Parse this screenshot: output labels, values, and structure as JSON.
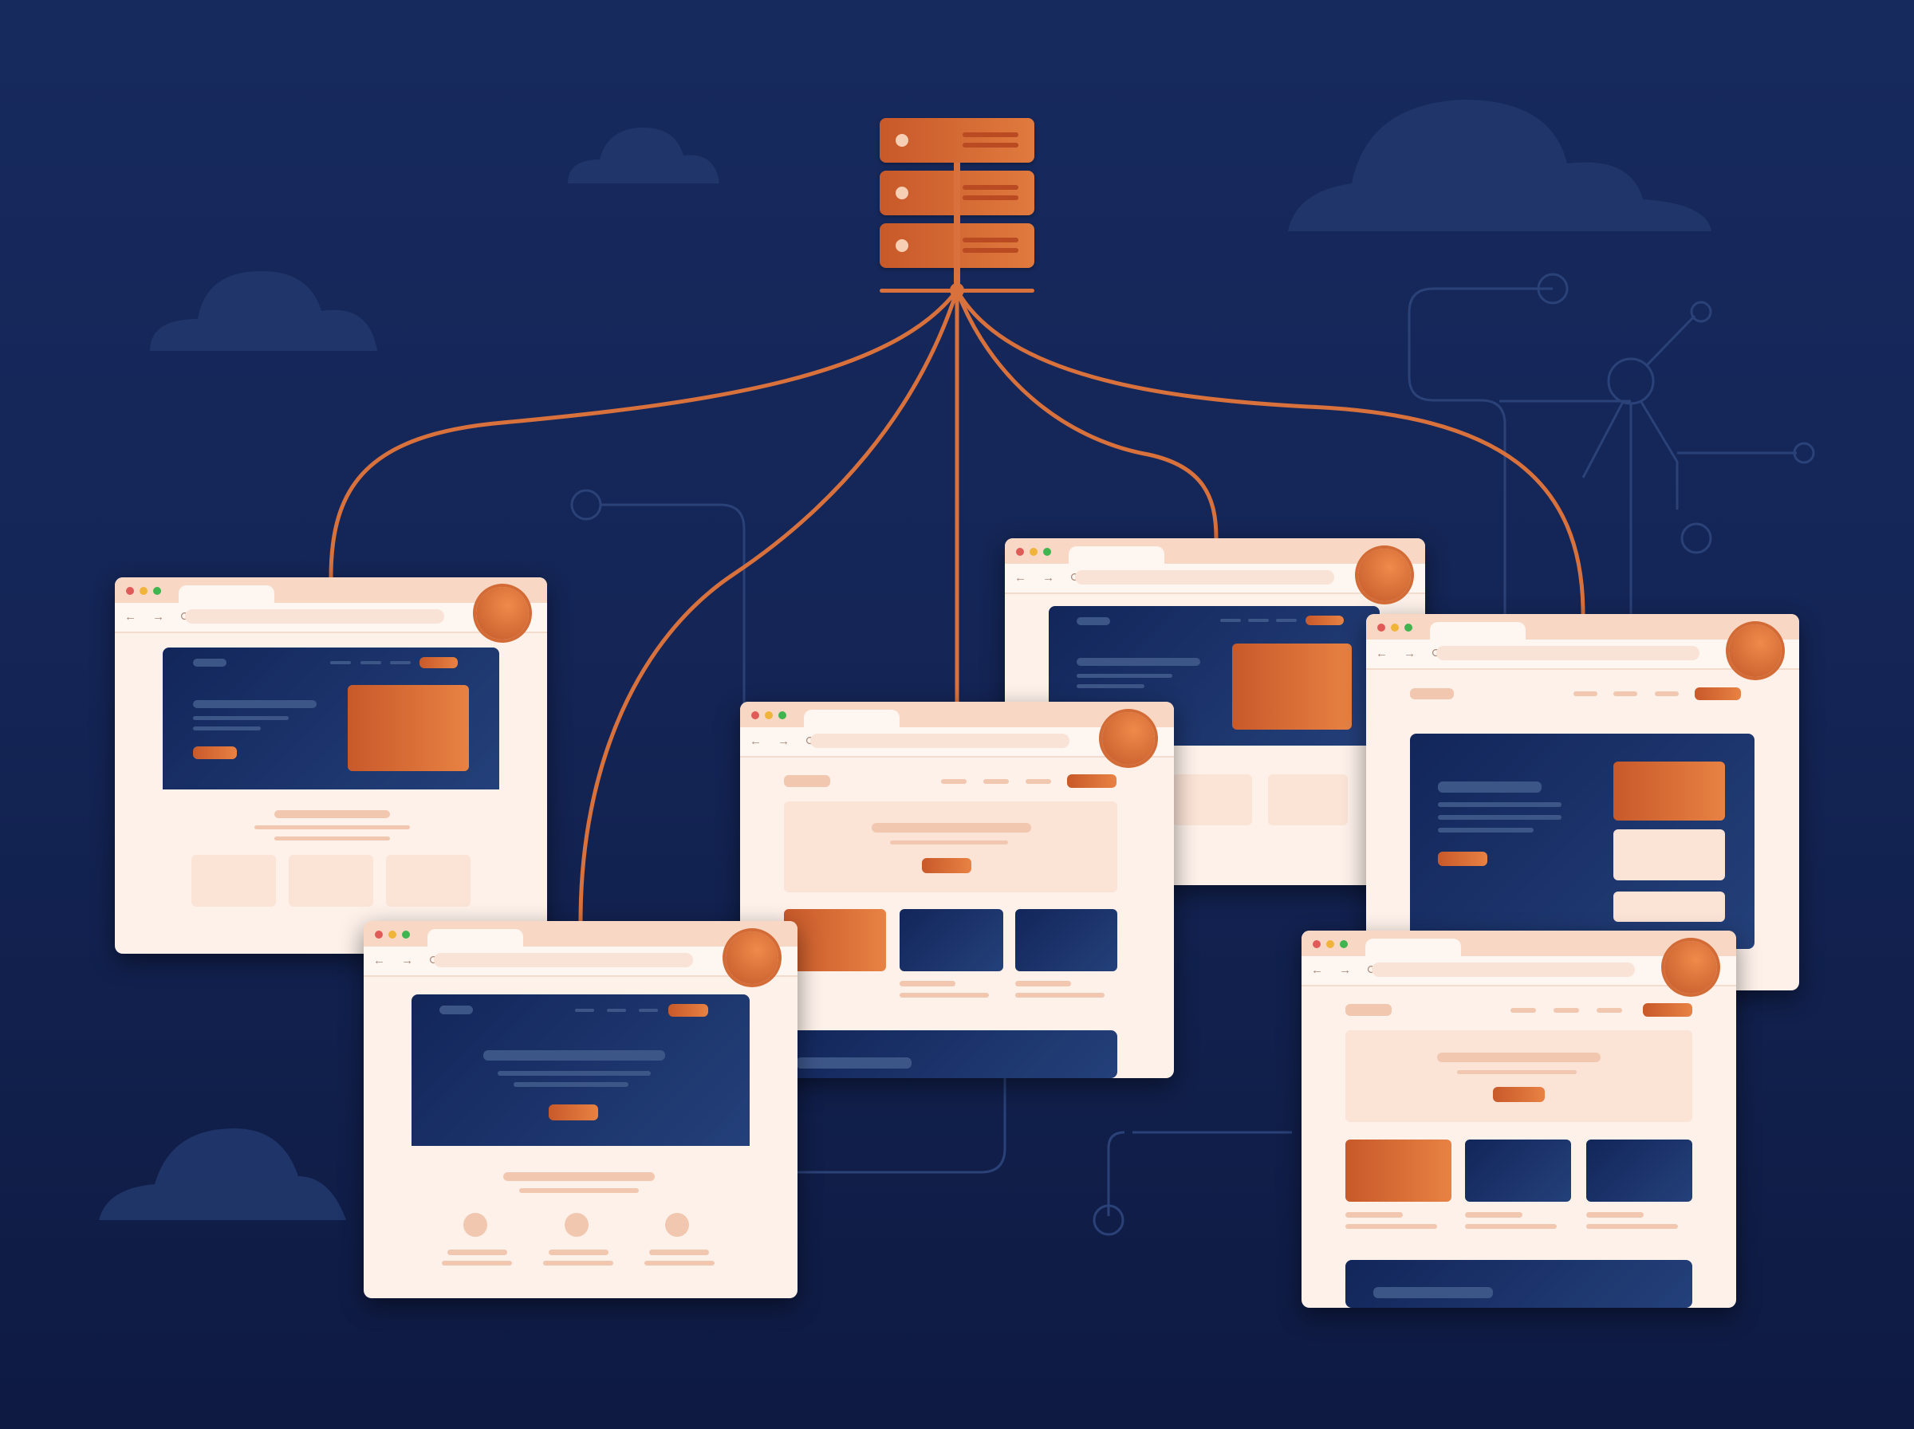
{
  "scene": {
    "description": "Server connected by orange cables to six browser windows showing website wireframes",
    "text_content": []
  },
  "colors": {
    "background_top": "#172a5e",
    "background_bottom": "#0e1a42",
    "accent_orange": "#d9662f",
    "window_cream": "#fdf1ea",
    "window_tabbar": "#f8d8c5",
    "navy_panel": "#1a2f66",
    "cable": "#d9713d",
    "traffic_red": "#e05a58",
    "traffic_yellow": "#f0b43a",
    "traffic_green": "#3fb44f"
  },
  "server": {
    "units": 3,
    "icon": "server-rack-icon"
  },
  "windows": [
    {
      "id": "w1",
      "layout": "navy-hero-with-image-and-three-cards"
    },
    {
      "id": "w2",
      "layout": "navy-hero-centered-with-three-features"
    },
    {
      "id": "w3",
      "layout": "light-hero-with-three-tiles-and-footer"
    },
    {
      "id": "w4",
      "layout": "navy-hero-with-mountain-image"
    },
    {
      "id": "w5",
      "layout": "navy-hero-with-side-cards"
    },
    {
      "id": "w6",
      "layout": "light-hero-with-three-tiles-and-footer"
    }
  ],
  "browser_chrome": {
    "nav_icons": "← → ⟳"
  }
}
